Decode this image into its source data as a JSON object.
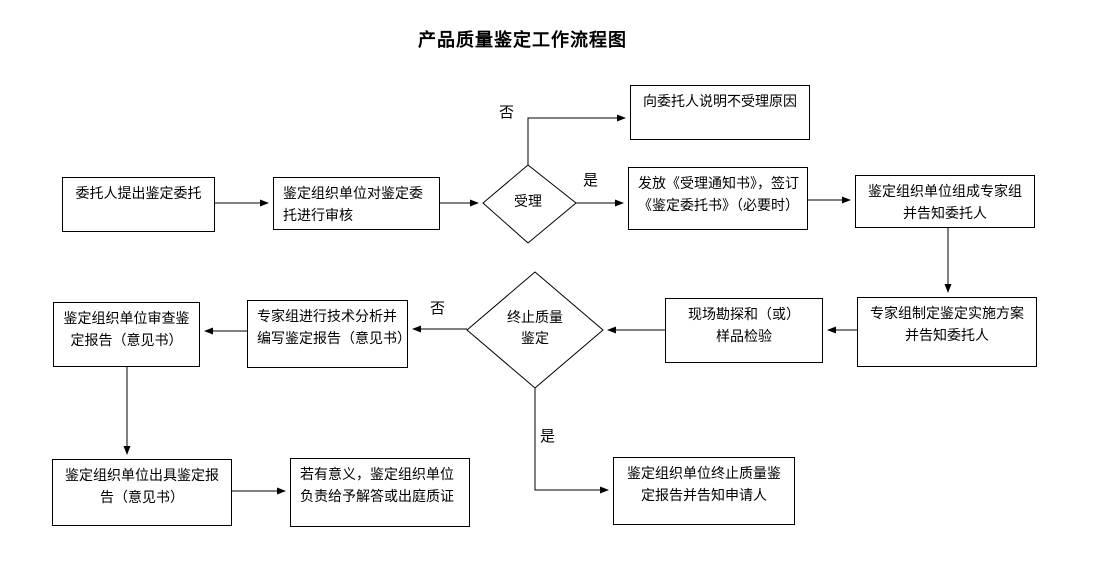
{
  "title": "产品质量鉴定工作流程图",
  "nodes": {
    "client_request": {
      "lines": [
        "委托人提出鉴定委托"
      ]
    },
    "org_review": {
      "lines": [
        "鉴定组织单位对鉴定委",
        "托进行审核"
      ]
    },
    "explain_rejection": {
      "lines": [
        "向委托人说明不受理原因"
      ]
    },
    "issue_notice": {
      "lines": [
        "发放《受理通知书》，签订",
        "《鉴定委托书》（必要时）"
      ]
    },
    "form_expert_group": {
      "lines": [
        "鉴定组织单位组成专家组",
        "并告知委托人"
      ]
    },
    "make_plan": {
      "lines": [
        "专家组制定鉴定实施方案",
        "并告知委托人"
      ]
    },
    "site_survey": {
      "lines": [
        "现场勘探和（或）",
        "样品检验"
      ]
    },
    "tech_analysis": {
      "lines": [
        "专家组进行技术分析并",
        "编写鉴定报告（意见书）"
      ]
    },
    "review_report": {
      "lines": [
        "鉴定组织单位审查鉴",
        "定报告（意见书）"
      ]
    },
    "issue_report": {
      "lines": [
        "鉴定组织单位出具鉴定报",
        "告（意见书）"
      ]
    },
    "court_testimony": {
      "lines": [
        "若有意义，鉴定组织单位",
        "负责给予解答或出庭质证"
      ]
    },
    "terminate_report": {
      "lines": [
        "鉴定组织单位终止质量鉴",
        "定报告并告知申请人"
      ]
    }
  },
  "decisions": {
    "accept": {
      "lines": [
        "受理"
      ],
      "yes": "是",
      "no": "否"
    },
    "terminate": {
      "lines": [
        "终止质量",
        "鉴定"
      ],
      "yes": "是",
      "no": "否"
    }
  }
}
